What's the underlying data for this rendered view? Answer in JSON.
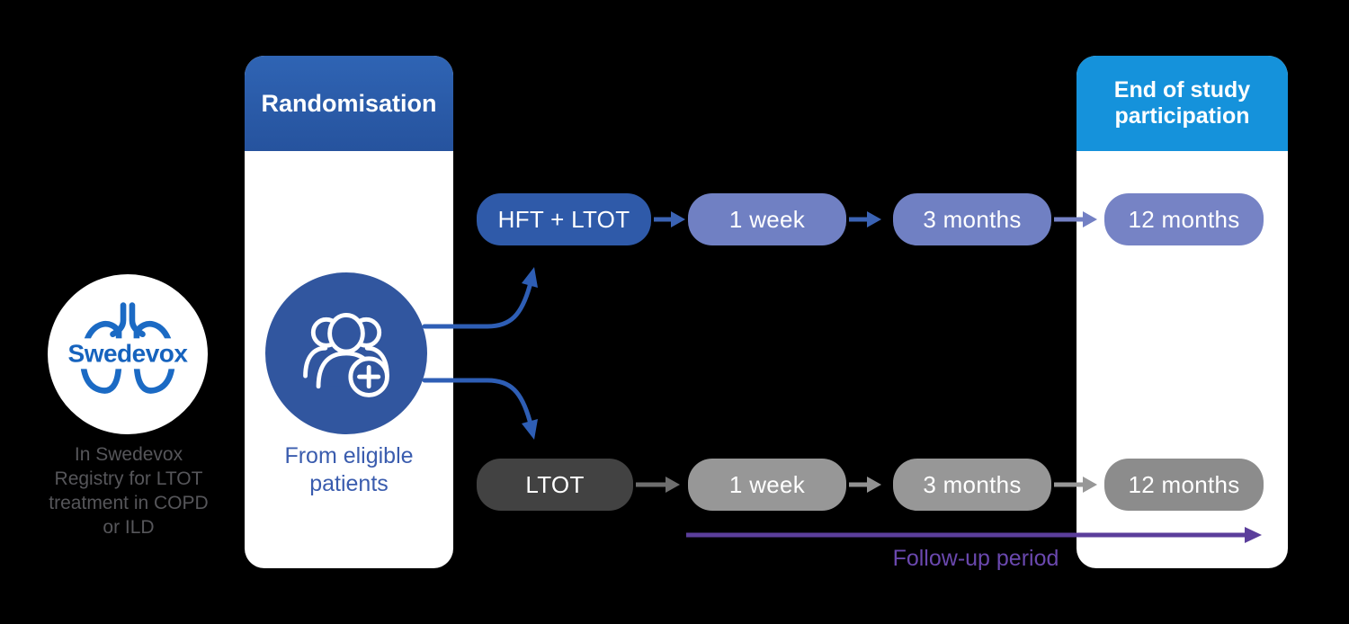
{
  "swedevox": {
    "logo_text": "Swedevox",
    "caption_lines": [
      "In Swedevox",
      "Registry for LTOT",
      "treatment in COPD",
      "or ILD"
    ]
  },
  "randomisation": {
    "header": "Randomisation",
    "source_lines": [
      "From eligible",
      "patients"
    ]
  },
  "end_panel": {
    "header_lines": [
      "End of study",
      "participation"
    ]
  },
  "arms": [
    {
      "label": "HFT + LTOT",
      "steps": [
        "1 week",
        "3 months",
        "12 months"
      ]
    },
    {
      "label": "LTOT",
      "steps": [
        "1 week",
        "3 months",
        "12 months"
      ]
    }
  ],
  "followup_label": "Follow-up period",
  "icons": [
    "lungs-icon",
    "people-plus-icon"
  ],
  "colors": {
    "background": "#000000",
    "panel": "#FFFFFF",
    "randomisation_header": "#2B5DAC",
    "end_header": "#1592DB",
    "hft_pill": "#2F5AA9",
    "blue_step_pill": "#7080C3",
    "blue_step_pill_last": "#7683C5",
    "ltot_pill": "#424242",
    "gray_step_pill": "#979797",
    "gray_step_pill_last": "#8C8C8C",
    "arrow_blue": "#3B63B4",
    "arrow_periwinkle": "#7380C4",
    "arrow_gray_dark": "#6E6E6E",
    "arrow_gray_light": "#929292",
    "curve_arrow_blue": "#2E5EB5",
    "followup_arrow": "#5B3E9B",
    "followup_text": "#6A48AE",
    "eligible_text": "#3A5CAE",
    "registry_text": "#56565A",
    "logo_blue": "#1663BE",
    "people_circle": "#31569F"
  }
}
